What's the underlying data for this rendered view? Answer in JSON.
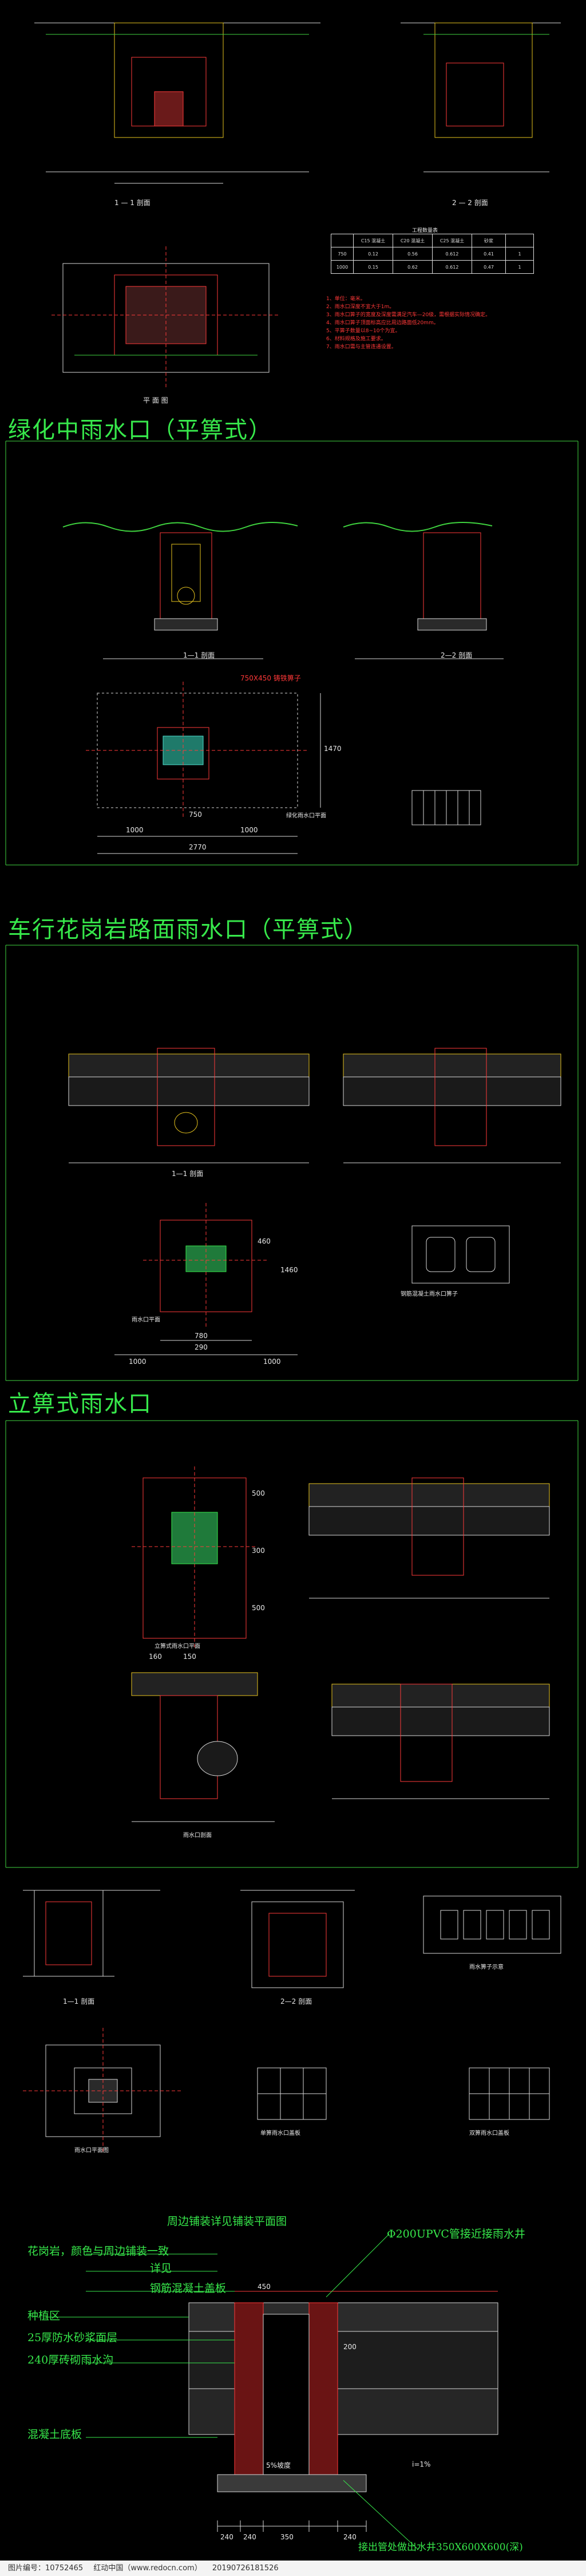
{
  "sections": [
    {
      "title": "绿化中雨水口（平箅式）"
    },
    {
      "title": "车行花岗岩路面雨水口（平箅式）"
    },
    {
      "title": "立箅式雨水口"
    }
  ],
  "top": {
    "section_1": "1 — 1 剖面",
    "section_2": "2 — 2 剖面",
    "plan": "平 面 图",
    "table_title": "工程数量表",
    "table_rows": [
      [
        "",
        "C15 混凝土",
        "C20 混凝土",
        "C25 混凝土",
        "砂浆",
        ""
      ],
      [
        "750",
        "0.12",
        "0.56",
        "0.612",
        "0.41",
        "1"
      ],
      [
        "1000",
        "0.15",
        "0.62",
        "0.612",
        "0.47",
        "1"
      ]
    ],
    "notes": [
      "1、单位：毫米。",
      "2、雨水口深度不宜大于1m。",
      "3、雨水口箅子的宽度及深度需满足汽车—20级，需根据实际情况确定。",
      "4、雨水口箅子顶面标高应比周边路面低20mm。",
      "5、平箅子数量以8~10个为宜。",
      "6、材料规格及施工要求。",
      "7、雨水口需与主管连通设置。"
    ]
  },
  "s1": {
    "sec_a": "1—1 剖面",
    "sec_b": "2—2 剖面",
    "plan_title": "绿化雨水口平面",
    "grate_note": "750X450 铸铁箅子",
    "dims": [
      "1000",
      "750",
      "1000",
      "2770",
      "1470"
    ]
  },
  "s2": {
    "sec_a": "1—1 剖面",
    "plan_title": "雨水口平面",
    "grate_title": "钢筋混凝土雨水口箅子",
    "dims": [
      "780",
      "290",
      "1000",
      "1000",
      "460",
      "1460"
    ]
  },
  "s3": {
    "plan_title": "立箅式雨水口平面",
    "section_title": "雨水口剖面",
    "sec_a": "1—1 剖面",
    "sec_b": "2—2 剖面",
    "grate_plan": "雨水箅子示意",
    "plan_a": "雨水口平面图",
    "plan_b": "单箅雨水口盖板",
    "plan_c": "双箅雨水口盖板",
    "dims": [
      "500",
      "300",
      "500",
      "150",
      "160"
    ]
  },
  "detail": {
    "title": "周边铺装详见铺装平面图",
    "left_labels": [
      "花岗岩，颜色与周边铺装一致",
      "详见",
      "钢筋混凝土盖板",
      "种植区",
      "25厚防水砂浆面层",
      "240厚砖砌雨水沟",
      "混凝土底板"
    ],
    "right_label": "Φ200UPVC管接近接雨水井",
    "bottom_label": "接出管处做出水井350X600X600(深)",
    "dims": [
      "450",
      "240",
      "240",
      "350",
      "240",
      "200",
      "5%坡度",
      "i=1%"
    ]
  },
  "footer": {
    "id": "图片编号：10752465",
    "site": "红动中国（www.redocn.com）",
    "code": "20190726181526"
  }
}
